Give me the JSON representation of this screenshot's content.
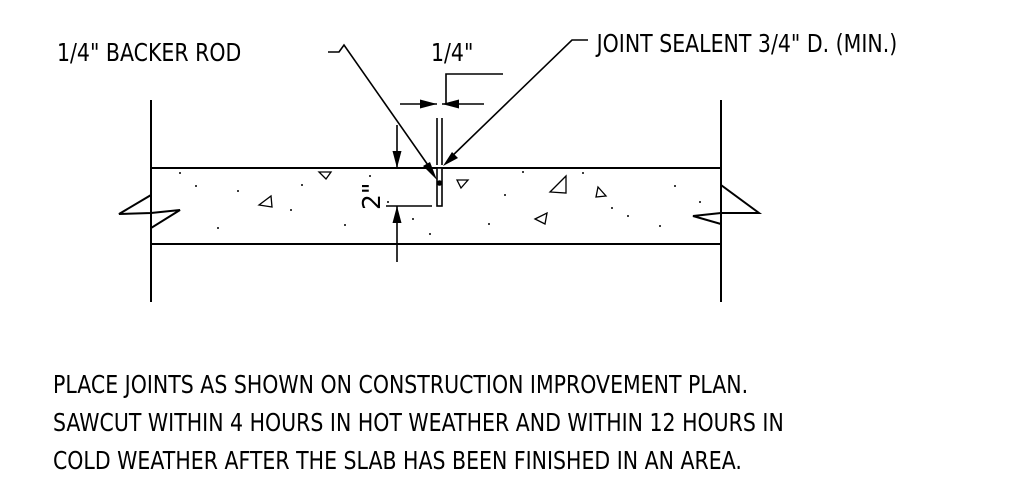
{
  "labels": {
    "backer_rod": "1/4\" BACKER ROD",
    "joint_width": "1/4\"",
    "joint_sealant": "JOINT SEALENT 3/4\" D. (MIN.)",
    "cut_depth": "2\""
  },
  "notes": [
    "PLACE JOINTS AS SHOWN ON CONSTRUCTION IMPROVEMENT PLAN.",
    "SAWCUT WITHIN 4 HOURS IN HOT WEATHER AND WITHIN 12 HOURS IN",
    "COLD WEATHER AFTER THE SLAB HAS BEEN FINISHED IN AN AREA."
  ]
}
